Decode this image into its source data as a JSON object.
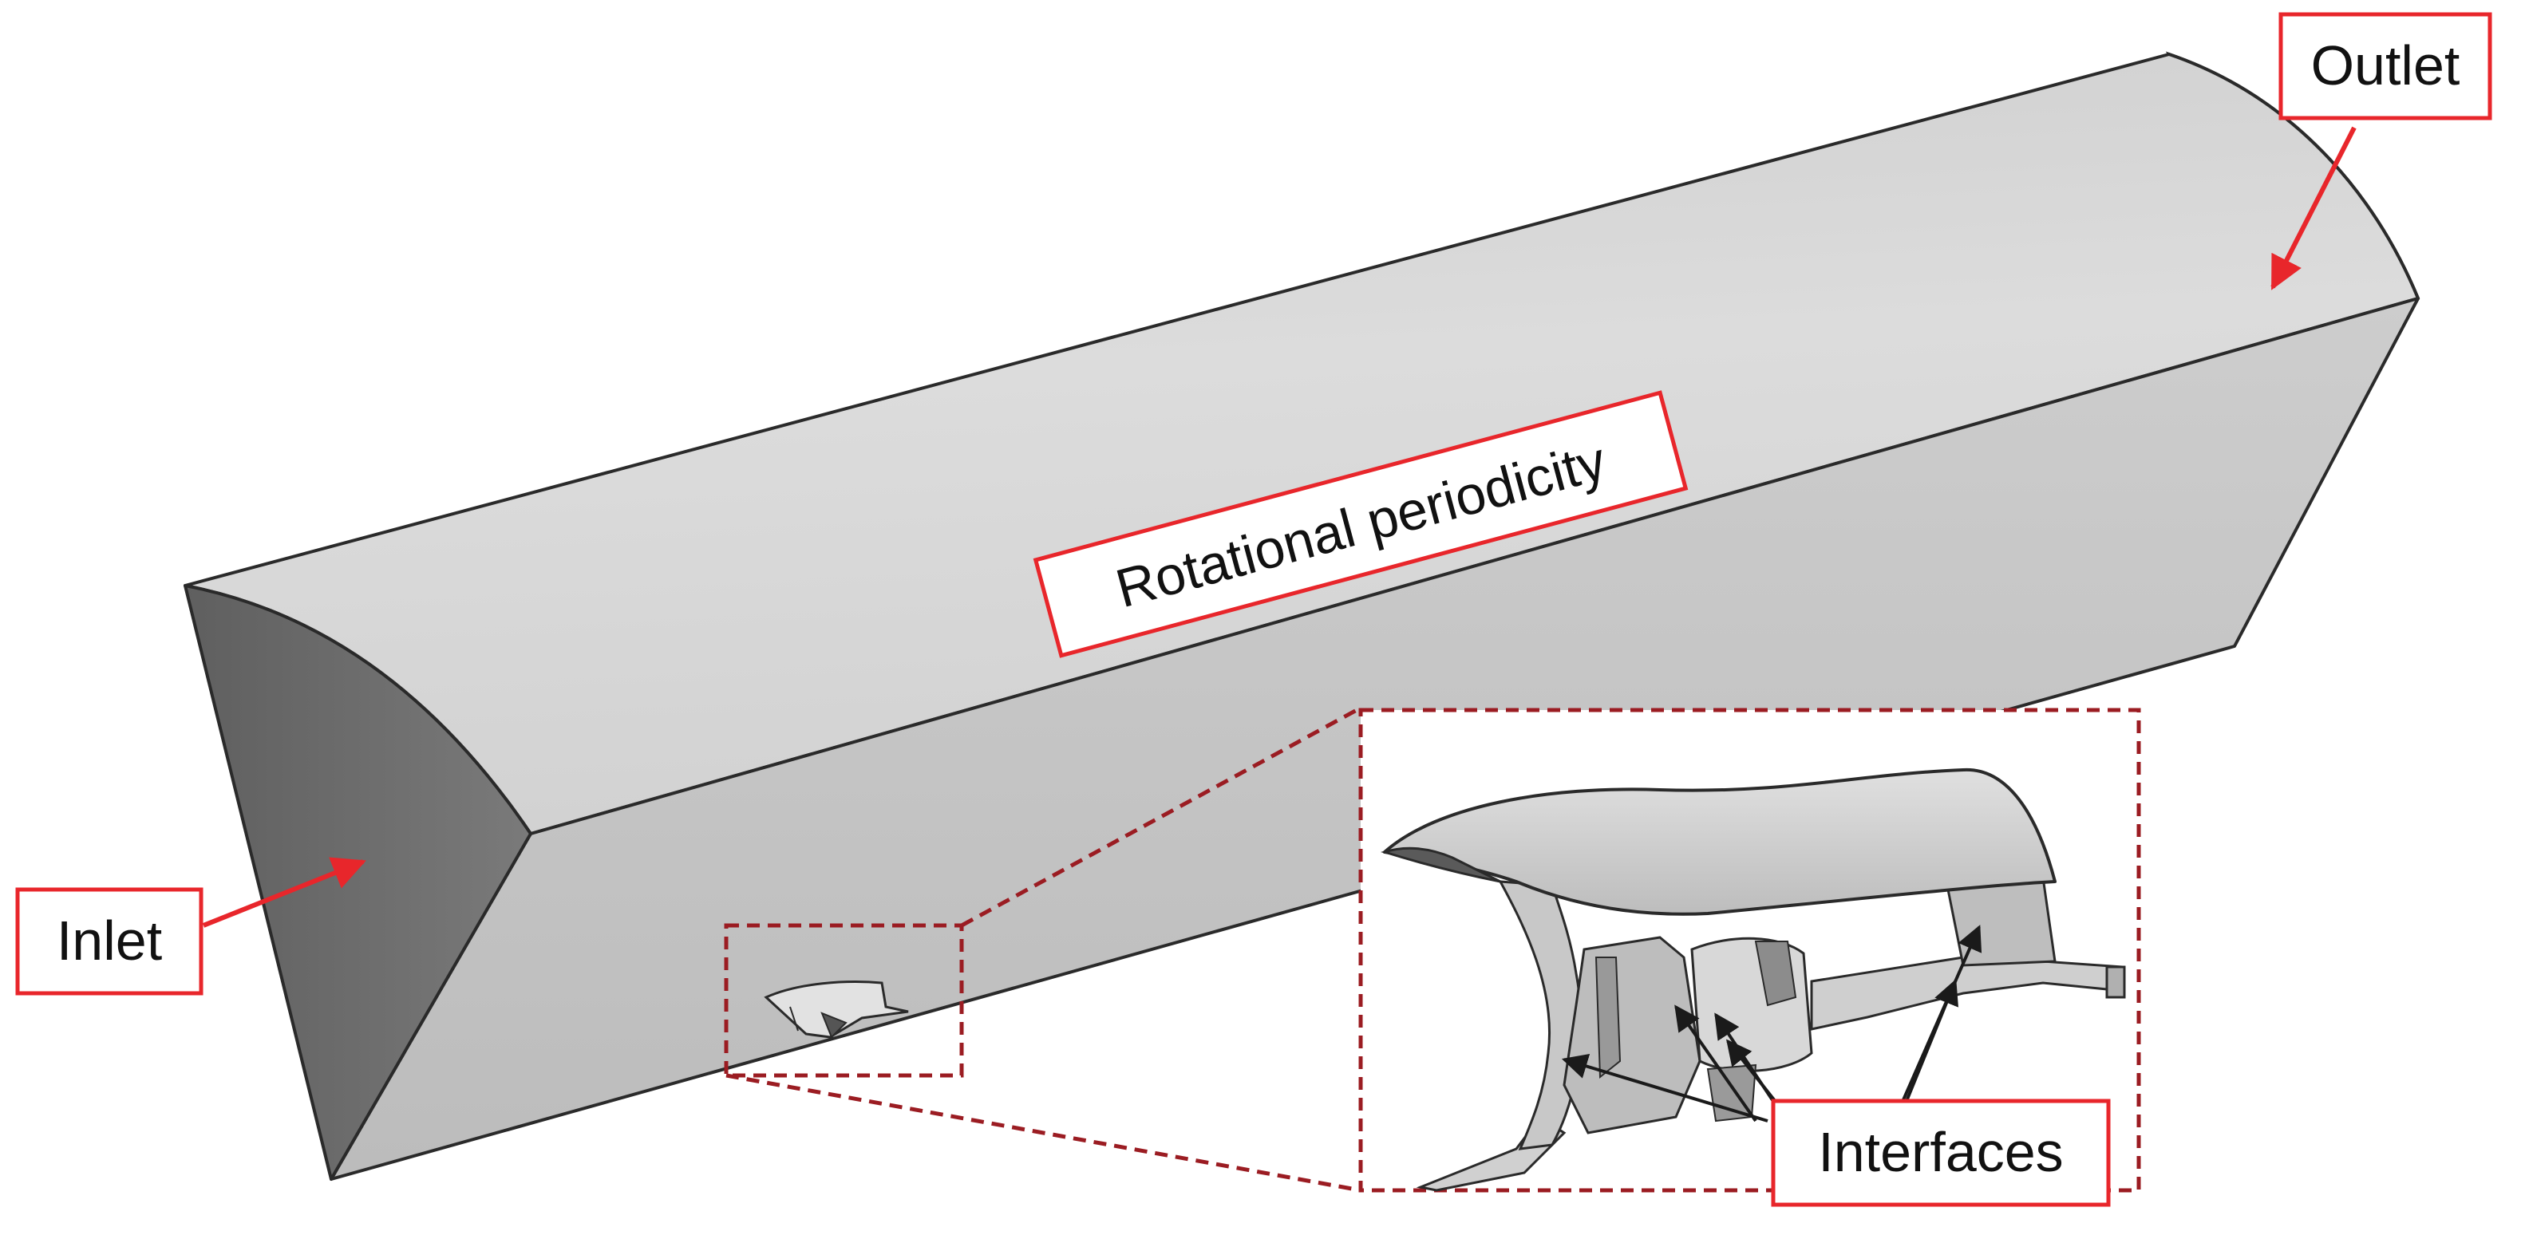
{
  "diagram": {
    "labels": {
      "outlet": "Outlet",
      "inlet": "Inlet",
      "periodicity": "Rotational periodicity",
      "interfaces": "Interfaces"
    },
    "colors": {
      "label_border": "#e8262b",
      "arrow_red": "#e8262b",
      "detail_box": "#9b1c22",
      "inlet_face": "#6e6e6e",
      "top_surface": "#d6d6d6",
      "side_face": "#c4c4c4",
      "outline": "#2a2a2a"
    }
  }
}
